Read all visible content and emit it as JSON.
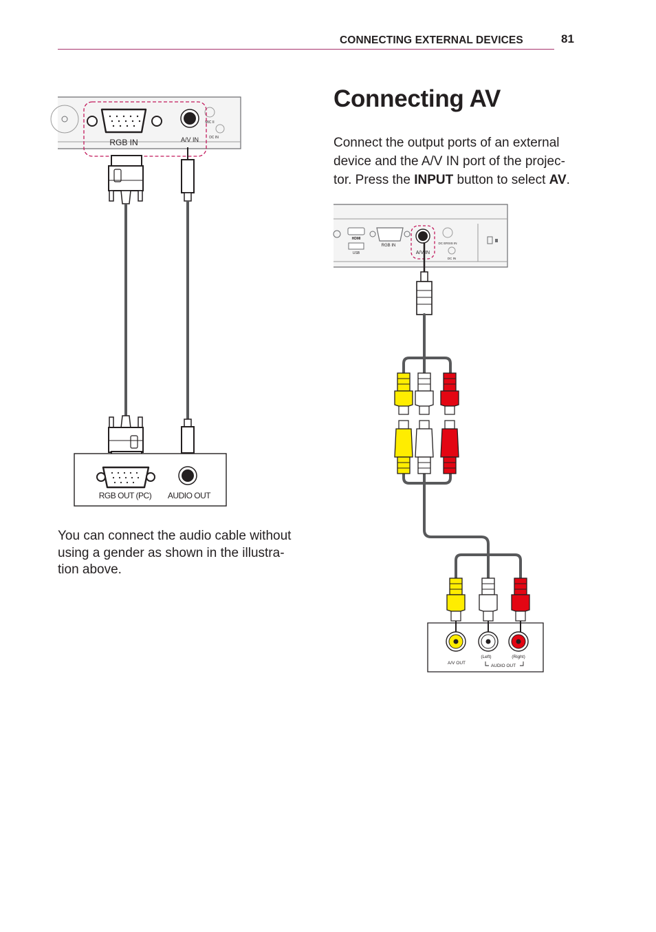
{
  "header": {
    "section_label": "CONNECTING EXTERNAL DEVICES",
    "page_number": "81"
  },
  "section": {
    "title": "Connecting AV",
    "intro_before_input": "Connect the output ports of an external device and the A/V IN port of the projec-tor. Press the ",
    "input_button_name": "INPUT",
    "intro_middle": " button to select ",
    "av_mode_name": "AV",
    "intro_end": "."
  },
  "note": {
    "text": "You can connect the audio cable without using a gender as shown in the illustra-tion above."
  },
  "rgb_diagram": {
    "projector_rgb_port_label": "RGB IN",
    "projector_av_port_label": "A/V IN",
    "projector_small_label_1": "MIC II",
    "projector_small_label_2": "DC IN",
    "device_rgb_port_label": "RGB OUT (PC)",
    "device_audio_port_label": "AUDIO OUT"
  },
  "av_diagram": {
    "projector_hdmi_label": "HDMI",
    "projector_usb_label": "USB",
    "projector_rgb_label": "RGB IN",
    "projector_av_label": "A/V IN",
    "projector_aux_label": "DC ERSIS IN",
    "projector_dc_label": "DC IN",
    "device_av_out_label": "A/V OUT",
    "device_left_label": "(Left)",
    "device_right_label": "(Right)",
    "device_audio_out_label": "AUDIO OUT"
  },
  "colors": {
    "accent_rule": "#a6326b",
    "highlight_dash": "#c2185b",
    "cable": "#555555",
    "video_yellow": "#ffed00",
    "audio_white": "#ffffff",
    "audio_red": "#e30613"
  }
}
